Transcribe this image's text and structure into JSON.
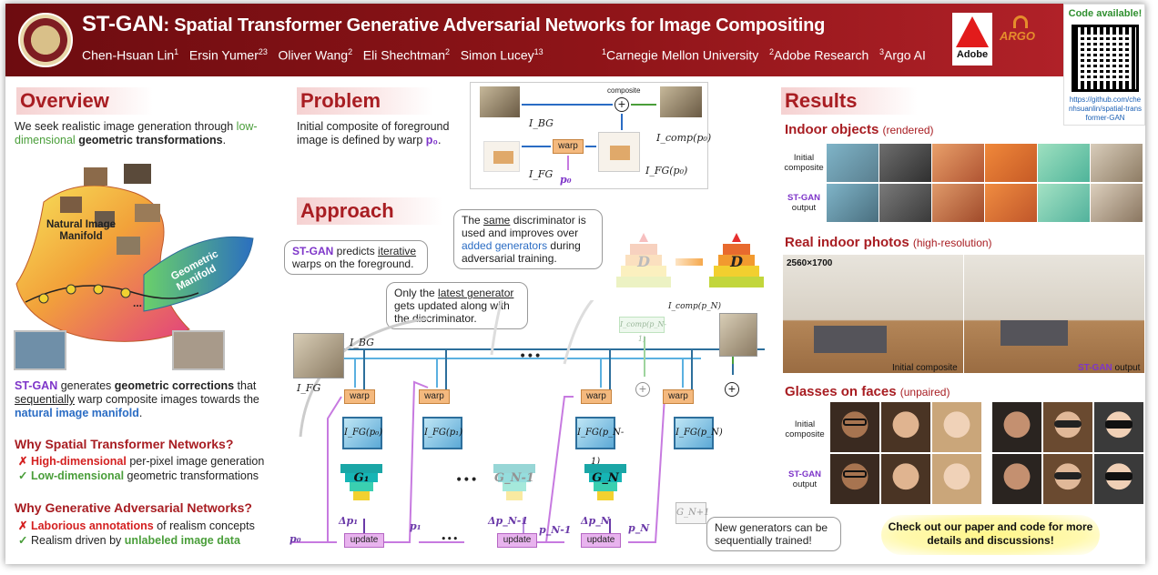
{
  "header": {
    "title_acronym": "ST-GAN",
    "title_rest": ": Spatial Transformer Generative Adversarial Networks for Image Compositing",
    "authors": [
      {
        "name": "Chen-Hsuan Lin",
        "sup": "1"
      },
      {
        "name": "Ersin Yumer",
        "sup": "23"
      },
      {
        "name": "Oliver Wang",
        "sup": "2"
      },
      {
        "name": "Eli Shechtman",
        "sup": "2"
      },
      {
        "name": "Simon Lucey",
        "sup": "13"
      }
    ],
    "affiliations": [
      {
        "sup": "1",
        "name": "Carnegie Mellon University"
      },
      {
        "sup": "2",
        "name": "Adobe Research"
      },
      {
        "sup": "3",
        "name": "Argo AI"
      }
    ],
    "adobe_logo_text": "Adobe",
    "argo_logo_text": "ARGO"
  },
  "code": {
    "title": "Code available!",
    "url": "https://github.com/chenhsuanlin/spatial-transformer-GAN"
  },
  "overview": {
    "heading": "Overview",
    "intro_1": "We seek realistic image generation through",
    "intro_green": "low-dimensional",
    "intro_bold": "geometric transformations",
    "intro_end": ".",
    "manifold_label": "Natural Image Manifold",
    "geo_label": "Geometric Manifold",
    "dots": "...",
    "st_gan": "ST-GAN",
    "gen_text_1": " generates ",
    "gen_bold": "geometric corrections",
    "gen_text_2": " that ",
    "gen_underline": "sequentially",
    "gen_text_3": " warp composite images towards the ",
    "gen_blue": "natural image manifold",
    "gen_end": "."
  },
  "why_stn": {
    "heading": "Why Spatial Transformer Networks?",
    "item1_red": "High-dimensional",
    "item1_rest": " per-pixel image generation",
    "item2_green": "Low-dimensional",
    "item2_rest": " geometric transformations"
  },
  "why_gan": {
    "heading": "Why Generative Adversarial Networks?",
    "item1_red": "Laborious annotations",
    "item1_rest": " of realism concepts",
    "item2_pre": "Realism driven by ",
    "item2_green": "unlabeled image data"
  },
  "problem": {
    "heading": "Problem",
    "text_1": "Initial composite of foreground image is defined by warp ",
    "p0": "p₀",
    "text_end": ".",
    "I_BG": "I_BG",
    "I_FG": "I_FG",
    "warp": "warp",
    "composite": "composite",
    "p0_label": "p₀",
    "I_comp": "I_comp(p₀)",
    "I_FGp": "I_FG(p₀)"
  },
  "approach": {
    "heading": "Approach",
    "bubble1_purple": "ST-GAN",
    "bubble1_1": " predicts ",
    "bubble1_u": "iterative",
    "bubble1_2": " warps on the foreground.",
    "bubble2_1": "The ",
    "bubble2_u": "same",
    "bubble2_2": " discriminator is used and improves over ",
    "bubble2_blue": "added generators",
    "bubble2_3": " during adversarial training.",
    "bubble3_1": "Only the ",
    "bubble3_u": "latest generator",
    "bubble3_2": " gets updated along with the discriminator.",
    "bubble4": "New generators can be sequentially trained!",
    "I_BG": "I_BG",
    "I_FG": "I_FG",
    "warp": "warp",
    "update": "update",
    "fg0": "I_FG(p₀)",
    "fg1": "I_FG(p₁)",
    "fgN1": "I_FG(p_N-1)",
    "fgN": "I_FG(p_N)",
    "G1": "G₁",
    "GN1": "G_N-1",
    "GN": "G_N",
    "GN_plus": "G_N+1",
    "dp1": "Δp₁",
    "dpN1": "Δp_N-1",
    "dpN": "Δp_N",
    "p0": "p₀",
    "p1": "p₁",
    "pN1": "p_N-1",
    "pN": "p_N",
    "D": "D",
    "I_comp_N": "I_comp(p_N)",
    "I_comp_N1": "I_comp(p_N-1)",
    "dots": "•••"
  },
  "results": {
    "heading": "Results",
    "indoor_title": "Indoor objects",
    "indoor_paren": "(rendered)",
    "row_initial": "Initial composite",
    "row_stgan_1": "ST-GAN",
    "row_stgan_2": "output",
    "real_title": "Real indoor photos",
    "real_paren": "(high-resolution)",
    "resolution": "2560×1700",
    "initial_composite": "Initial composite",
    "stgan_output_1": "ST-GAN",
    "stgan_output_2": " output",
    "glasses_title": "Glasses on faces",
    "glasses_paren": "(unpaired)",
    "cta": "Check out our paper and code for more details and discussions!"
  },
  "colors": {
    "header_dark": "#6d0c10",
    "header_light": "#b02128",
    "section_red": "#a81d22",
    "green": "#4a9e3a",
    "blue": "#2a6cc4",
    "purple": "#7e35c9"
  }
}
